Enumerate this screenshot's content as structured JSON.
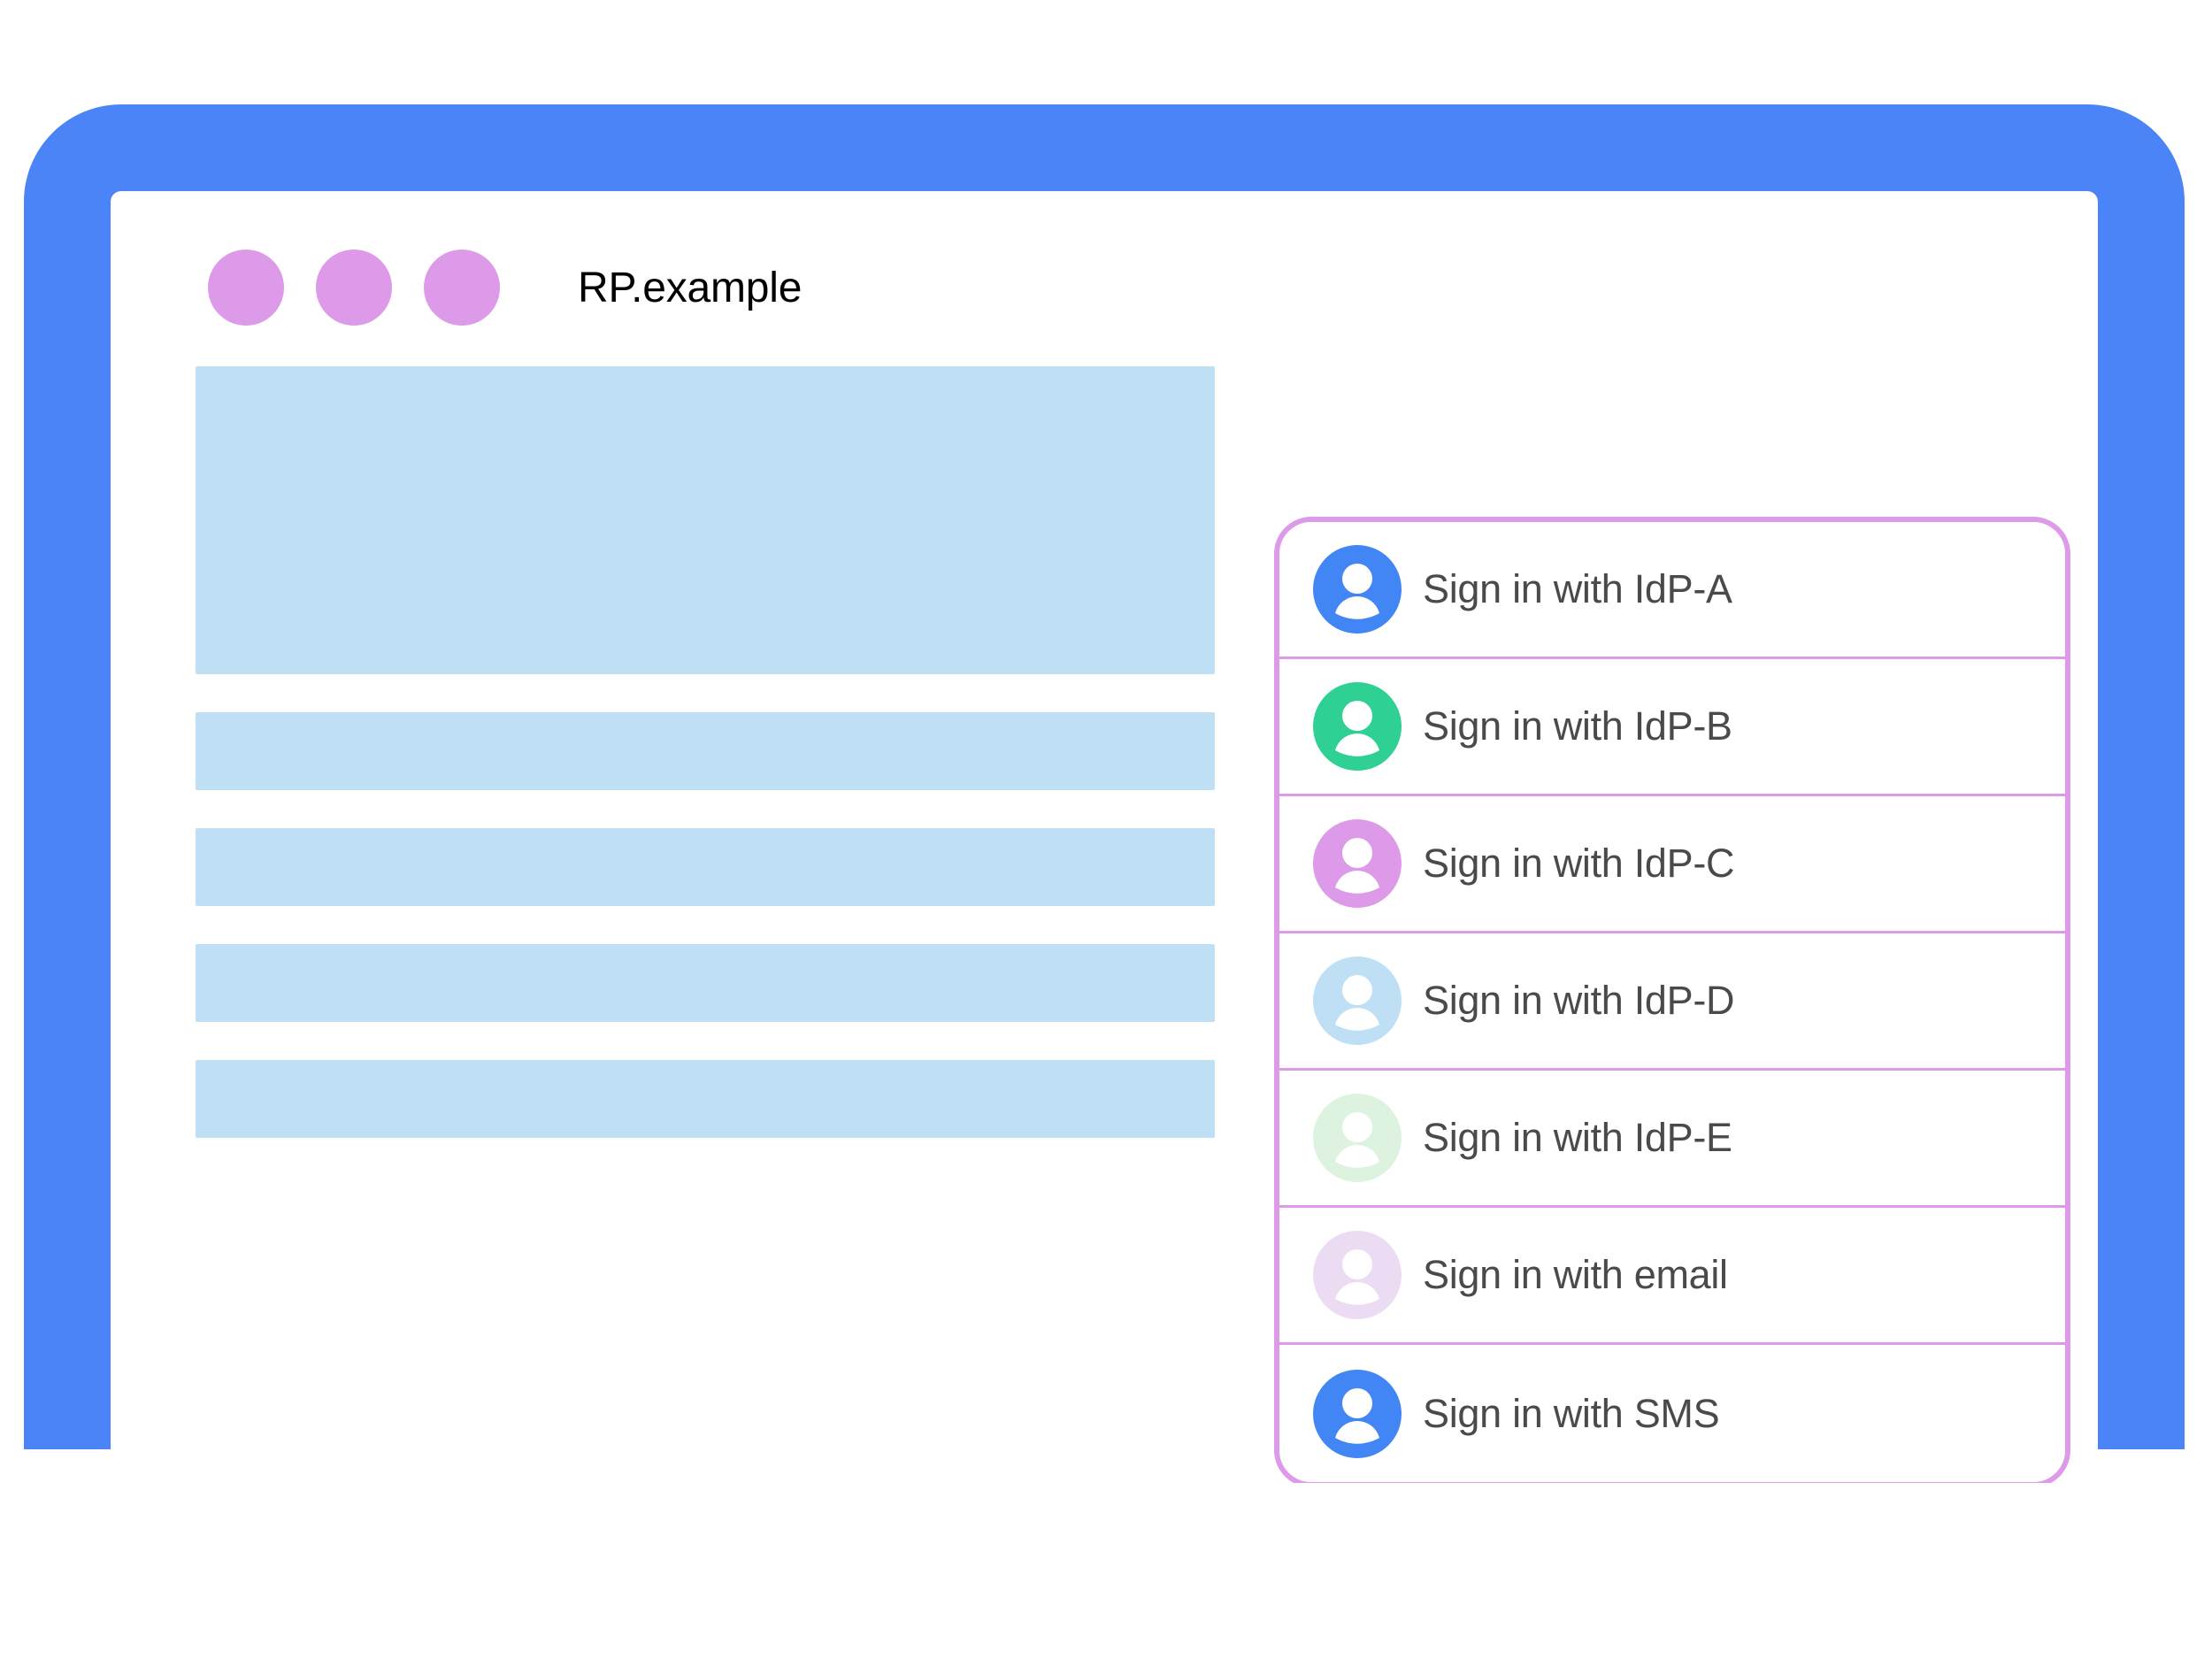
{
  "window": {
    "title": "RP.example",
    "title_dots": [
      "dot-1",
      "dot-2",
      "dot-3"
    ],
    "dot_color": "#dd9ae8"
  },
  "colors": {
    "frame_blue": "#4b84f7",
    "content_placeholder": "#bfe0f4",
    "panel_border": "#dd9ae8",
    "label_text": "#4a4a4a",
    "title_text": "#000000"
  },
  "content": {
    "blocks": [
      {
        "name": "hero-placeholder"
      },
      {
        "name": "text-bar-1"
      },
      {
        "name": "text-bar-2"
      },
      {
        "name": "text-bar-3"
      },
      {
        "name": "text-bar-4"
      }
    ]
  },
  "signin_panel": {
    "name": "account-chooser",
    "options": [
      {
        "label": "Sign in with IdP-A",
        "icon": "avatar-icon",
        "avatar_color": "#4285f4"
      },
      {
        "label": "Sign in with IdP-B",
        "icon": "avatar-icon",
        "avatar_color": "#2ed193"
      },
      {
        "label": "Sign in with IdP-C",
        "icon": "avatar-icon",
        "avatar_color": "#dd9ae8"
      },
      {
        "label": "Sign in with IdP-D",
        "icon": "avatar-icon",
        "avatar_color": "#bfdff5"
      },
      {
        "label": "Sign in with IdP-E",
        "icon": "avatar-icon",
        "avatar_color": "#ddf3e0"
      },
      {
        "label": "Sign in with email",
        "icon": "avatar-icon",
        "avatar_color": "#ecdcf3"
      },
      {
        "label": "Sign in with SMS",
        "icon": "avatar-icon",
        "avatar_color": "#4285f4"
      }
    ]
  },
  "device": {
    "home_button": "home-button"
  }
}
